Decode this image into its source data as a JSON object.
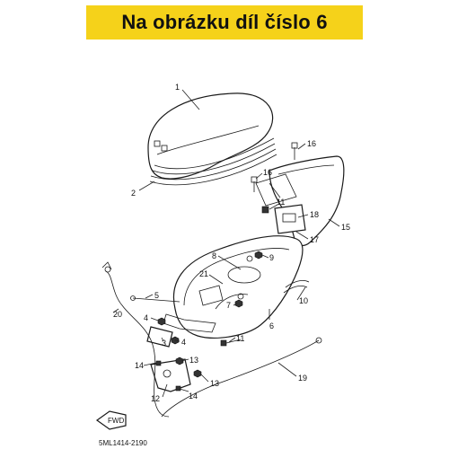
{
  "banner": {
    "text": "Na obrázku díl číslo 6"
  },
  "diagram": {
    "code": "5ML1414-2190",
    "fwd": "FWD",
    "labels": [
      "1",
      "2",
      "16",
      "16",
      "15",
      "11",
      "18",
      "17",
      "8",
      "9",
      "21",
      "7",
      "5",
      "10",
      "6",
      "20",
      "4",
      "3",
      "4",
      "11",
      "14",
      "13",
      "14",
      "13",
      "12",
      "19"
    ]
  }
}
